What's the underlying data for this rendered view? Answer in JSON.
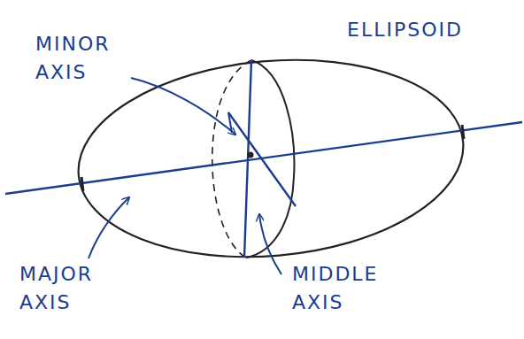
{
  "diagram": {
    "labels": [
      "ELLIPSOID",
      "MINOR AXIS",
      "MAJOR AXIS",
      "MIDDLE AXIS"
    ]
  }
}
